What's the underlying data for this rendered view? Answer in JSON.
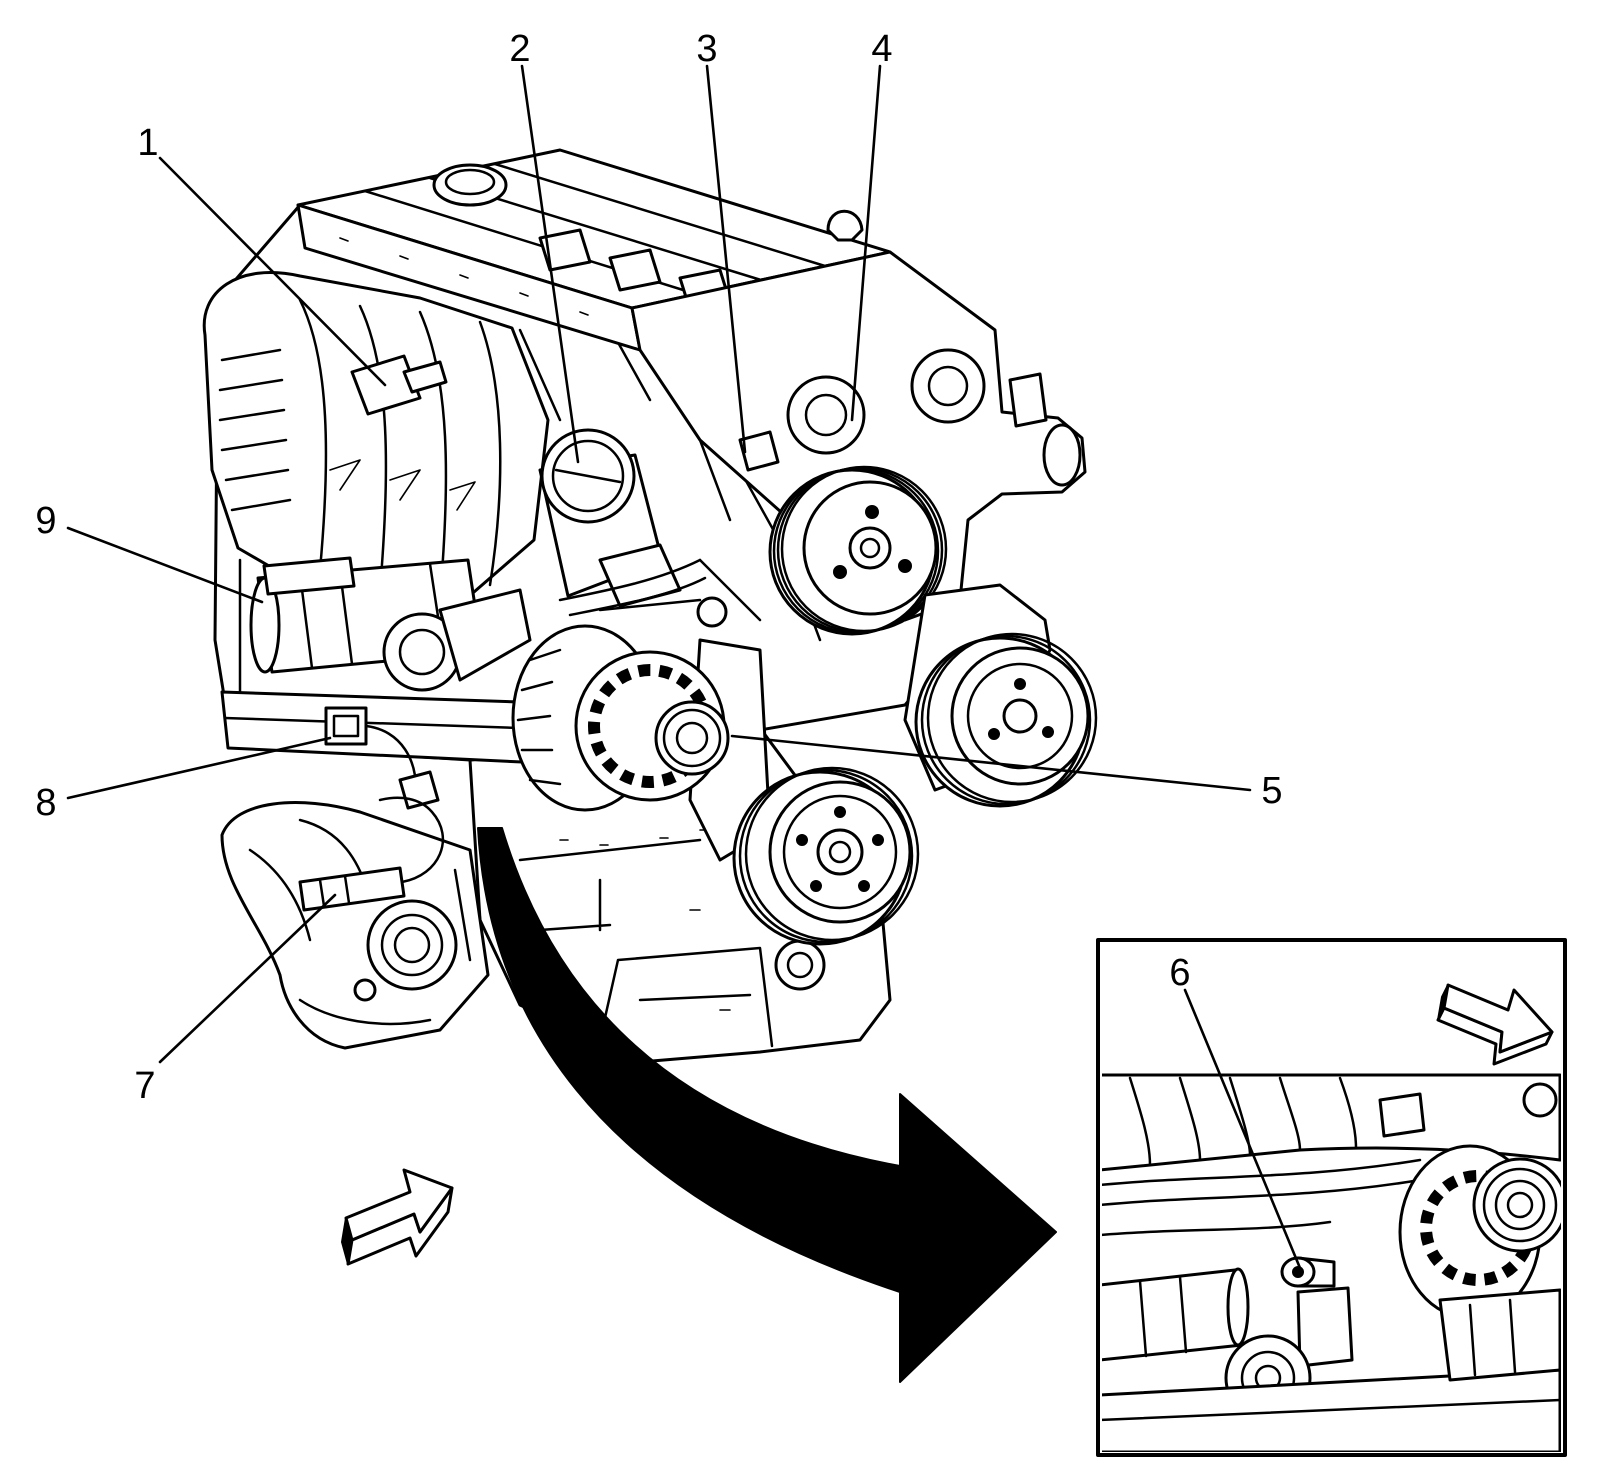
{
  "colors": {
    "ink": "#000000",
    "paper": "#ffffff"
  },
  "figure": {
    "callouts": [
      "1",
      "2",
      "3",
      "4",
      "5",
      "6",
      "7",
      "8",
      "9"
    ]
  },
  "icons": {
    "view_direction": "view-direction-arrow-icon",
    "detail_pointer": "detail-view-arrow-icon"
  }
}
